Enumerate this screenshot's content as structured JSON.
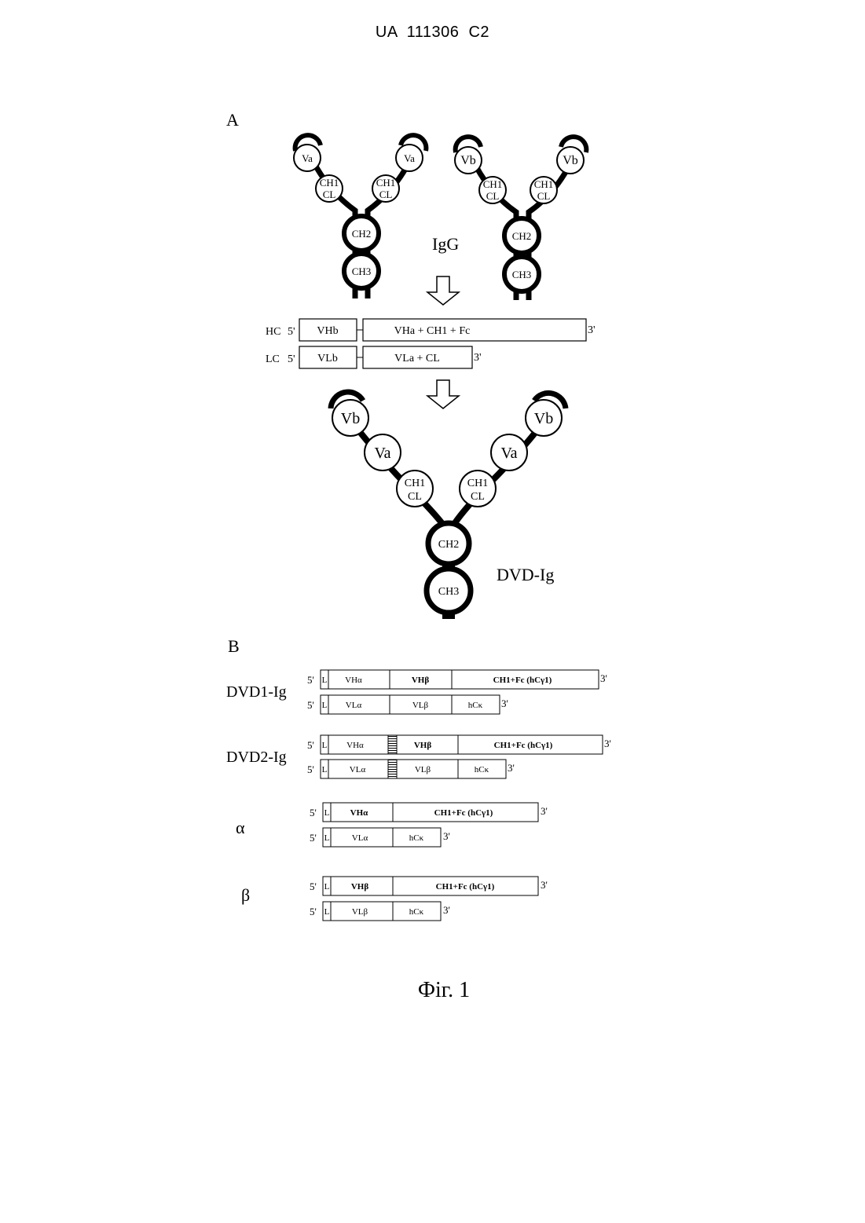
{
  "header": {
    "patent_number": "UA   111306   C2"
  },
  "caption": "Фіг. 1",
  "panel_a": {
    "label": "A",
    "igg_label": "IgG",
    "dvd_label": "DVD-Ig",
    "antibody_a": {
      "variable": "Va",
      "ch1": "CH1",
      "cl": "CL",
      "ch2": "CH2",
      "ch3": "CH3"
    },
    "antibody_b": {
      "variable": "Vb",
      "ch1": "CH1",
      "cl": "CL",
      "ch2": "CH2",
      "ch3": "CH3"
    },
    "dvd": {
      "outer": "Vb",
      "inner": "Va",
      "ch1": "CH1",
      "cl": "CL",
      "ch2": "CH2",
      "ch3": "CH3"
    },
    "constructs": {
      "hc": {
        "label": "HC",
        "five_prime": "5'",
        "three_prime": "3'",
        "seg1": "VHb",
        "seg2": "VHa + CH1 + Fc"
      },
      "lc": {
        "label": "LC",
        "five_prime": "5'",
        "three_prime": "3'",
        "seg1": "VLb",
        "seg2": "VLa + CL"
      }
    }
  },
  "panel_b": {
    "label": "B",
    "prime5": "5'",
    "prime3": "3'",
    "leader": "L",
    "rows": [
      {
        "name": "DVD1-Ig",
        "heavy": [
          "VHα",
          "VHβ",
          "CH1+Fc (hCγ1)"
        ],
        "light": [
          "VLα",
          "VLβ",
          "hCκ"
        ]
      },
      {
        "name": "DVD2-Ig",
        "heavy": [
          "VHα",
          "VHβ",
          "CH1+Fc (hCγ1)"
        ],
        "light": [
          "VLα",
          "VLβ",
          "hCκ"
        ]
      },
      {
        "name": "α",
        "heavy": [
          "VHα",
          "CH1+Fc (hCγ1)"
        ],
        "light": [
          "VLα",
          "hCκ"
        ]
      },
      {
        "name": "β",
        "heavy": [
          "VHβ",
          "CH1+Fc (hCγ1)"
        ],
        "light": [
          "VLβ",
          "hCκ"
        ]
      }
    ]
  }
}
